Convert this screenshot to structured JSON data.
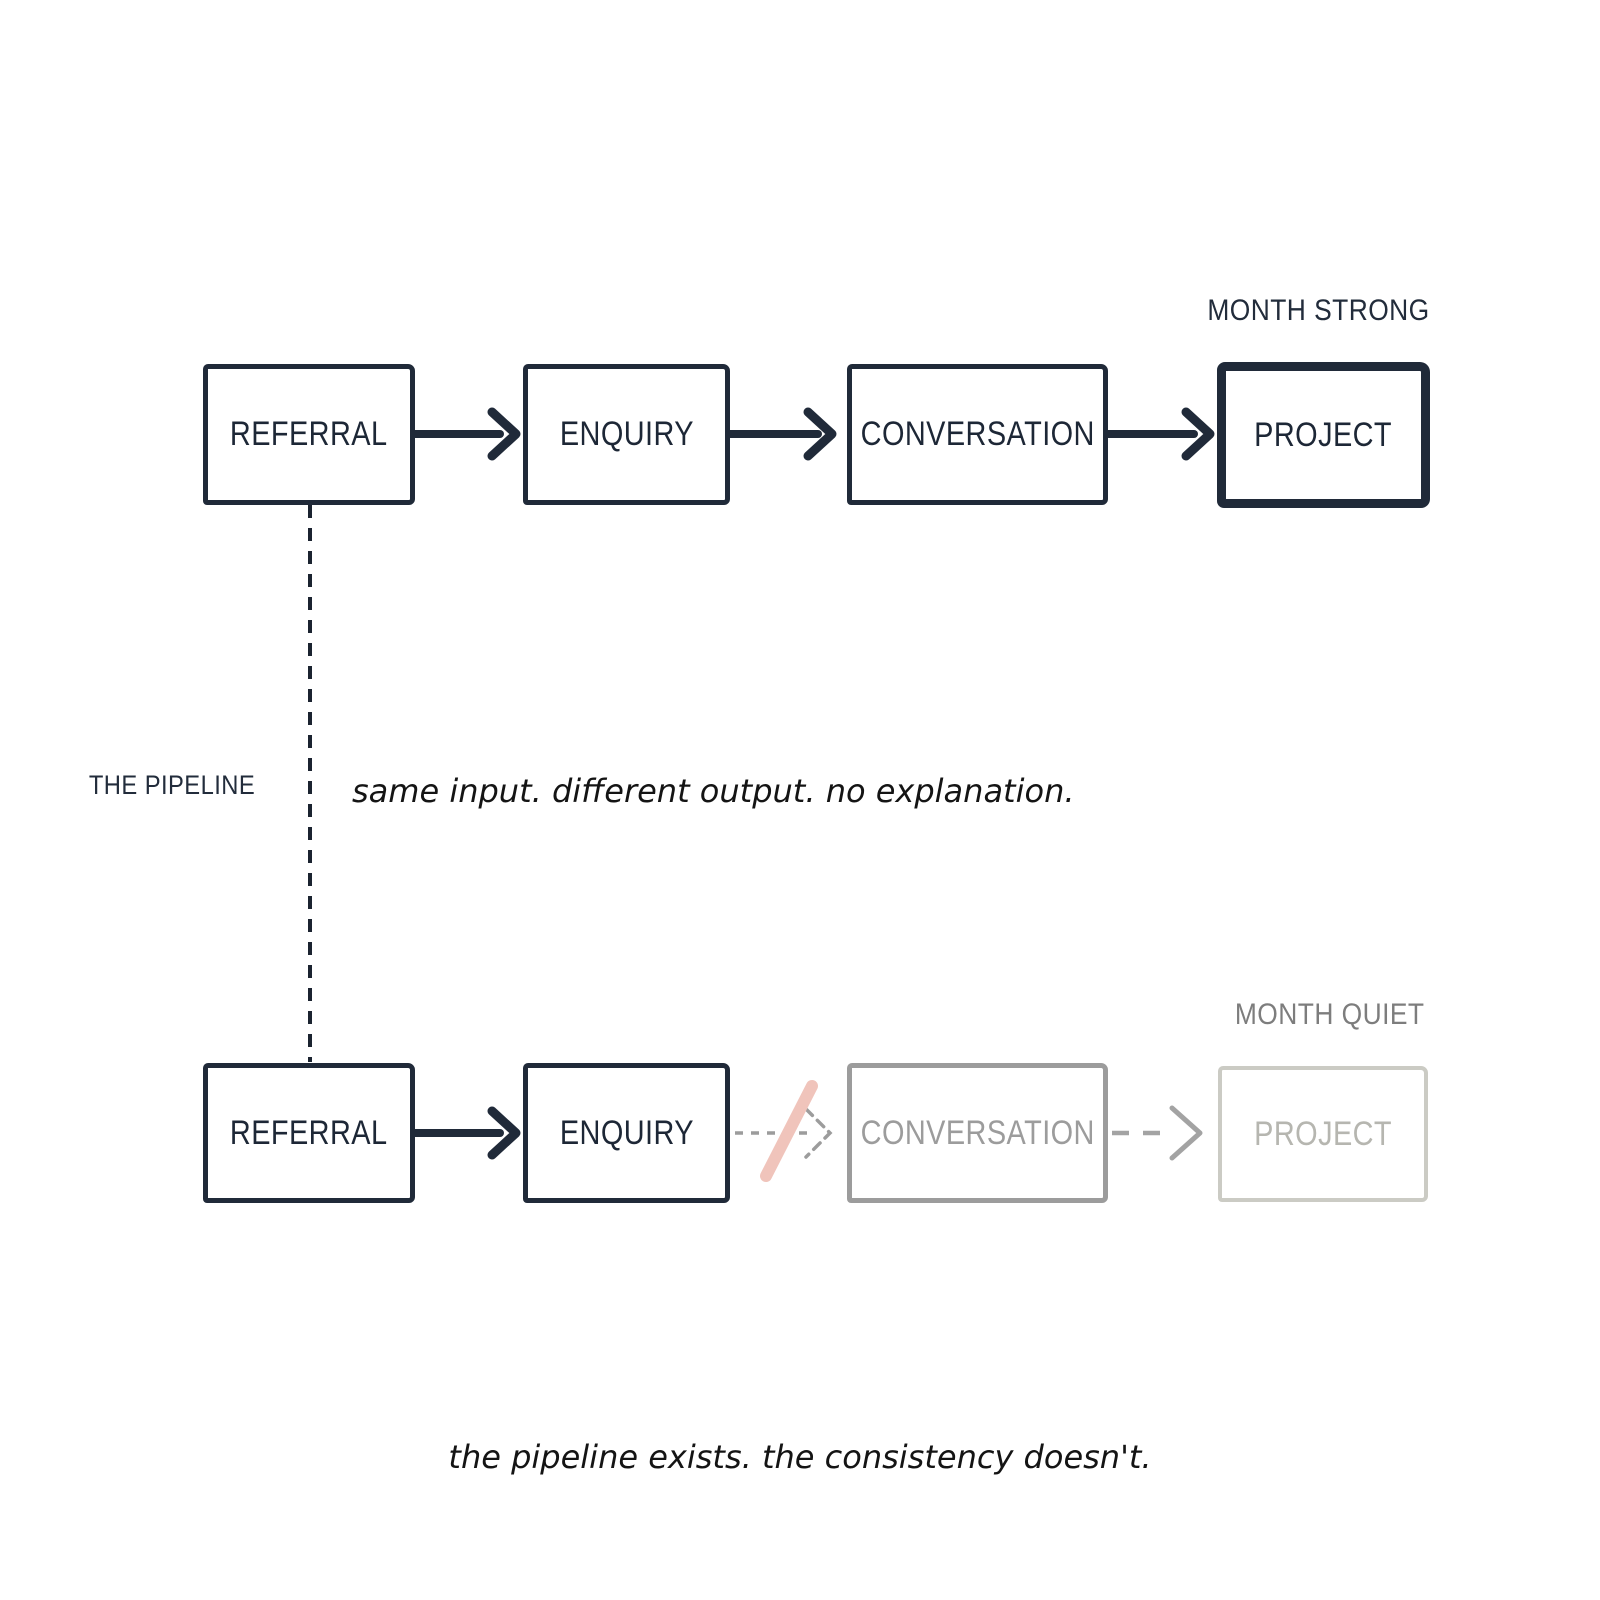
{
  "pipeline_label": "THE PIPELINE",
  "strong_row": {
    "badge": "MONTH STRONG",
    "stages": [
      "REFERRAL",
      "ENQUIRY",
      "CONVERSATION",
      "PROJECT"
    ]
  },
  "quiet_row": {
    "badge": "MONTH QUIET",
    "stages": [
      "REFERRAL",
      "ENQUIRY",
      "CONVERSATION",
      "PROJECT"
    ]
  },
  "middle_caption": "same input. different output. no explanation.",
  "bottom_caption": "the pipeline exists. the consistency doesn't.",
  "break_marker": {
    "icon": "slash-icon",
    "color": "#f0c4bb"
  },
  "colors": {
    "ink": "#202a39",
    "muted_gray": "#9c9c9c",
    "faint_gray": "#cbcbc4",
    "badge_quiet_gray": "#7d7d7d",
    "accent_pink": "#f0c4bb"
  }
}
